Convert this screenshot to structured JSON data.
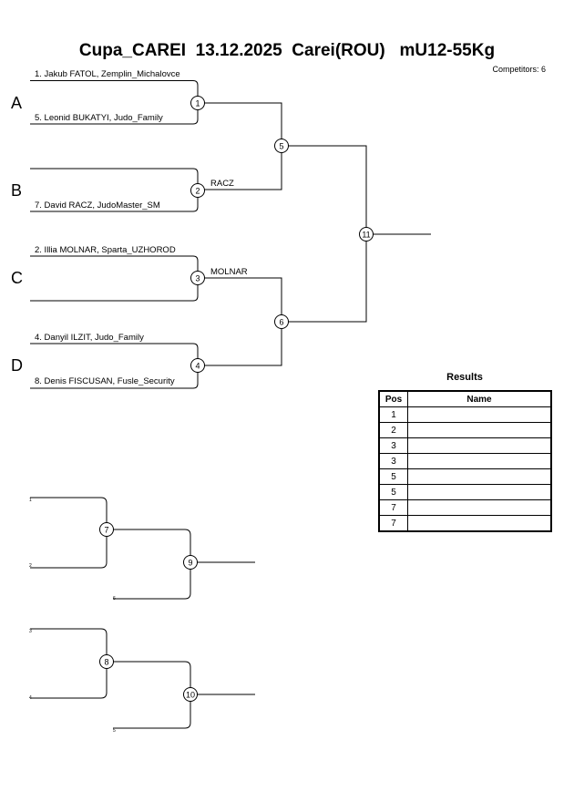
{
  "header": {
    "title": "Cupa_CAREI  13.12.2025  Carei(ROU)   mU12-55Kg",
    "competitors": "Competitors: 6"
  },
  "pools": [
    "A",
    "B",
    "C",
    "D"
  ],
  "main_bracket": {
    "entries": {
      "a1": "1. Jakub FATOL, Zemplin_Michalovce",
      "a2": "5. Leonid BUKATYI, Judo_Family",
      "b1": "",
      "b2": "7. David RACZ, JudoMaster_SM",
      "c1": "2. Illia MOLNAR, Sparta_UZHOROD",
      "c2": "",
      "d1": "4. Danyil ILZIT, Judo_Family",
      "d2": "8. Denis FISCUSAN, Fusle_Security"
    },
    "winners": {
      "m2": "RACZ",
      "m3": "MOLNAR"
    },
    "match_numbers": [
      "1",
      "2",
      "3",
      "4",
      "5",
      "6",
      "11"
    ]
  },
  "repechage": {
    "group1": {
      "in_top": "1",
      "in_bottom": "2",
      "in_late": "6",
      "matches": [
        "7",
        "9"
      ]
    },
    "group2": {
      "in_top": "3",
      "in_bottom": "4",
      "in_late": "5",
      "matches": [
        "8",
        "10"
      ]
    }
  },
  "results": {
    "title": "Results",
    "headers": {
      "pos": "Pos",
      "name": "Name"
    },
    "rows": [
      {
        "pos": "1",
        "name": ""
      },
      {
        "pos": "2",
        "name": ""
      },
      {
        "pos": "3",
        "name": ""
      },
      {
        "pos": "3",
        "name": ""
      },
      {
        "pos": "5",
        "name": ""
      },
      {
        "pos": "5",
        "name": ""
      },
      {
        "pos": "7",
        "name": ""
      },
      {
        "pos": "7",
        "name": ""
      }
    ]
  }
}
